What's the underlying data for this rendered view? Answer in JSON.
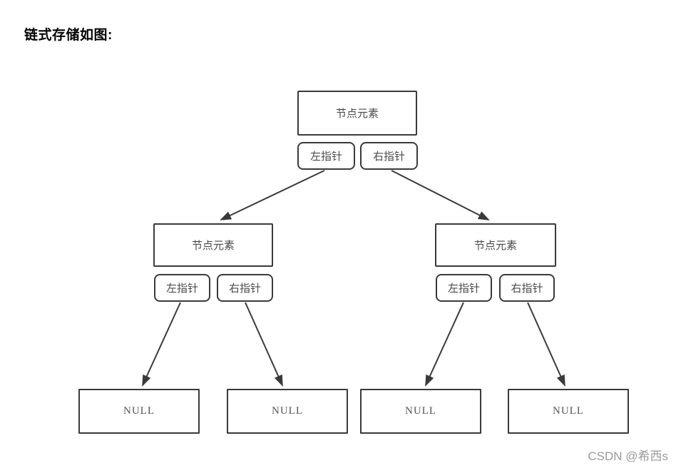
{
  "title": "链式存储如图:",
  "watermark": "CSDN @希西s",
  "tree": {
    "root": {
      "element": "节点元素",
      "left_pointer": "左指针",
      "right_pointer": "右指针"
    },
    "left_child": {
      "element": "节点元素",
      "left_pointer": "左指针",
      "right_pointer": "右指针"
    },
    "right_child": {
      "element": "节点元素",
      "left_pointer": "左指针",
      "right_pointer": "右指针"
    },
    "leaves": [
      "NULL",
      "NULL",
      "NULL",
      "NULL"
    ]
  },
  "colors": {
    "border": "#3a3a3a",
    "box_text": "#4a4a4a",
    "arrow": "#3a3a3a",
    "watermark": "#9b9b9b",
    "title": "#000000"
  }
}
